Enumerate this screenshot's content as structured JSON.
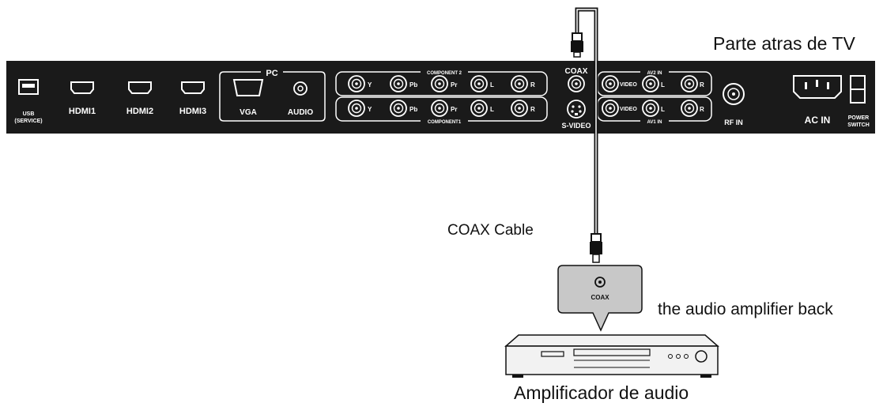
{
  "labels": {
    "tv_back": "Parte atras de TV",
    "coax_cable": "COAX Cable",
    "amp_back": "the audio amplifier back",
    "amplifier": "Amplificador de audio"
  },
  "tv_panel": {
    "usb": "USB",
    "usb_service": "(SERVICE)",
    "hdmi1": "HDMI1",
    "hdmi2": "HDMI2",
    "hdmi3": "HDMI3",
    "pc": "PC",
    "vga": "VGA",
    "audio": "AUDIO",
    "component2": "COMPONENT 2",
    "component1": "COMPONENT1",
    "y": "Y",
    "pb": "Pb",
    "pr": "Pr",
    "l": "L",
    "r": "R",
    "coax": "COAX",
    "s_video": "S-VIDEO",
    "av2_in": "AV2 IN",
    "av1_in": "AV1 IN",
    "video": "VIDEO",
    "rf_in": "RF IN",
    "ac_in": "AC IN",
    "power": "POWER",
    "switch": "SWITCH"
  },
  "amp_panel": {
    "coax": "COAX"
  },
  "colors": {
    "panel": "#1a1a1a",
    "panel_text": "#ffffff",
    "callout": "#c8c8c8",
    "device": "#f2f2f2",
    "line": "#111111"
  }
}
